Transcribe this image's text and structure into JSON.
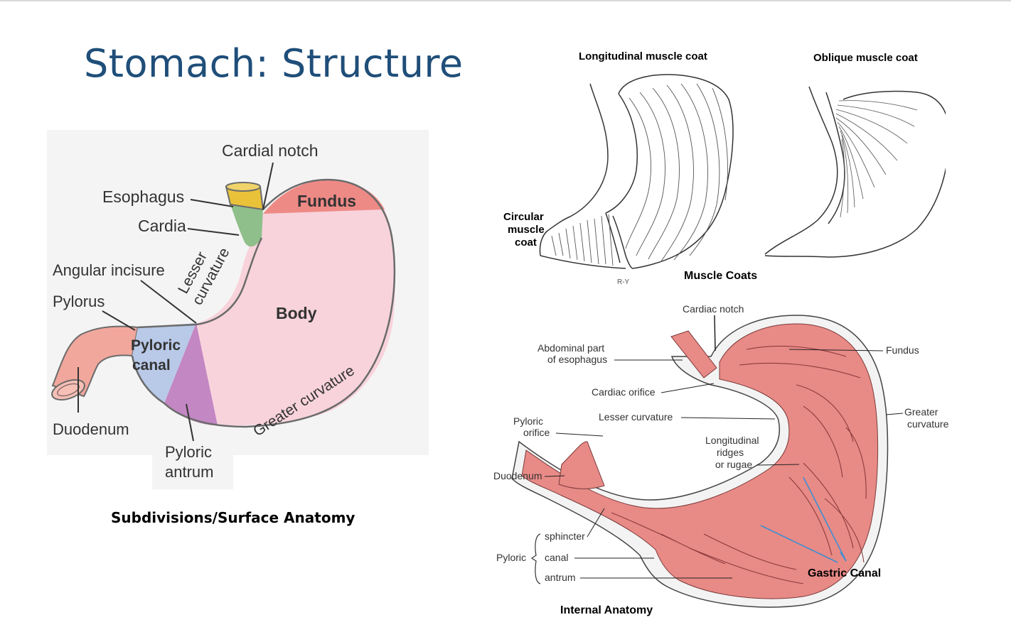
{
  "title": "Stomach: Structure",
  "surface": {
    "caption": "Subdivisions/Surface Anatomy",
    "labels": {
      "cardial_notch": "Cardial notch",
      "esophagus": "Esophagus",
      "cardia": "Cardia",
      "fundus": "Fundus",
      "angular_incisure": "Angular incisure",
      "lesser_curvature_1": "Lesser",
      "lesser_curvature_2": "curvature",
      "pylorus": "Pylorus",
      "body": "Body",
      "pyloric_canal_1": "Pyloric",
      "pyloric_canal_2": "canal",
      "greater_curvature": "Greater curvature",
      "duodenum": "Duodenum",
      "pyloric_antrum_1": "Pyloric",
      "pyloric_antrum_2": "antrum"
    },
    "colors": {
      "esophagus": "#e9c23a",
      "cardia": "#8fbf8a",
      "fundus": "#ee8a86",
      "body": "#f8d3dc",
      "pyloric_canal": "#b9c9e8",
      "pyloric_antrum": "#c387c3",
      "duodenum": "#f1a79c"
    }
  },
  "muscle": {
    "caption": "Muscle Coats",
    "longitudinal": "Longitudinal muscle coat",
    "oblique": "Oblique muscle coat",
    "circular_1": "Circular",
    "circular_2": "muscle",
    "circular_3": "coat",
    "signature": "R-Y"
  },
  "internal": {
    "caption": "Internal Anatomy",
    "labels": {
      "cardiac_notch": "Cardiac notch",
      "abdominal_1": "Abdominal part",
      "abdominal_2": "of esophagus",
      "fundus": "Fundus",
      "cardiac_orifice": "Cardiac orifice",
      "lesser_curvature": "Lesser curvature",
      "greater_1": "Greater",
      "greater_2": "curvature",
      "pyloric_orifice_1": "Pyloric",
      "pyloric_orifice_2": "orifice",
      "rugae_1": "Longitudinal",
      "rugae_2": "ridges",
      "rugae_3": "or rugae",
      "duodenum": "Duodenum",
      "sphincter": "sphincter",
      "pyloric": "Pyloric",
      "canal": "canal",
      "antrum": "antrum",
      "gastric_canal": "Gastric Canal"
    },
    "colors": {
      "mucosa": "#e88a86",
      "wall": "#f3f3f3",
      "gastric_canal_arrow": "#3d8fd1"
    }
  }
}
